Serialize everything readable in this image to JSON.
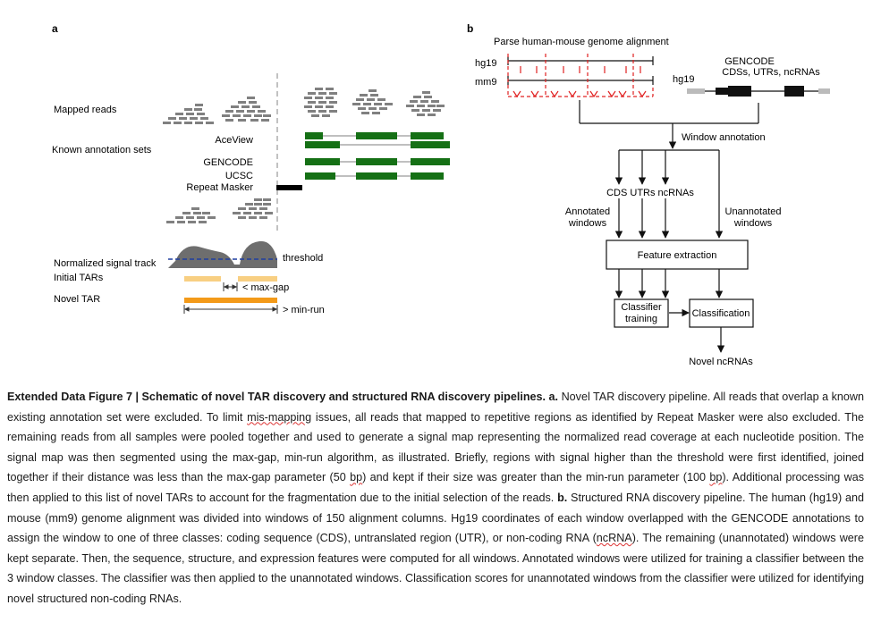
{
  "panel_a": {
    "letter": "a",
    "mapped_reads_label": "Mapped reads",
    "known_annotation_label": "Known annotation sets",
    "annotations": [
      "AceView",
      "GENCODE",
      "UCSC",
      "Repeat Masker"
    ],
    "signal_track_label": "Normalized signal track",
    "threshold_label": "threshold",
    "initial_tars_label": "Initial TARs",
    "max_gap_label": "< max-gap",
    "novel_tar_label": "Novel TAR",
    "min_run_label": "> min-run",
    "colors": {
      "reads": "#808080",
      "annotation": "#157015",
      "repeat": "#000000",
      "signal": "#6e6e6e",
      "threshold": "#1f3fa0",
      "initial_tar": "#f8cf82",
      "novel_tar": "#f39a19"
    }
  },
  "panel_b": {
    "letter": "b",
    "parse_label": "Parse human-mouse genome alignment",
    "hg19": "hg19",
    "mm9": "mm9",
    "gencode_title": "GENCODE",
    "gencode_subtitle": "CDSs, UTRs, ncRNAs",
    "window_annotation": "Window annotation",
    "classes_label": "CDS UTRs ncRNAs",
    "annotated_windows": [
      "Annotated",
      "windows"
    ],
    "unannotated_windows": [
      "Unannotated",
      "windows"
    ],
    "feature_extraction": "Feature extraction",
    "classifier_training": [
      "Classifier",
      "training"
    ],
    "classification": "Classification",
    "novel_ncrnas": "Novel ncRNAs",
    "colors": {
      "window": "#e02020"
    }
  },
  "caption": {
    "title": "Extended Data Figure 7 | Schematic of novel TAR discovery and structured RNA discovery pipelines.",
    "a_label": "a.",
    "a_text_1": " Novel TAR discovery pipeline. All reads that overlap a known existing annotation set were excluded. To limit ",
    "misspell_1": "mis-mapping",
    "a_text_2": " issues, all reads that mapped to repetitive regions as identified by Repeat Masker were also excluded. The remaining reads from all samples were pooled together and used to generate a signal map representing the normalized read coverage at each nucleotide position. The signal map was then segmented using the max-gap, min-run algorithm, as illustrated. Briefly, regions with signal higher than the threshold were first identified, joined together if their distance was less than the max-gap parameter (50 ",
    "misspell_2": "bp",
    "a_text_3": ") and kept if their size was greater than the min-run parameter (100 ",
    "misspell_3": "bp",
    "a_text_4": "). Additional processing was then applied to this list of novel TARs to account for the fragmentation due to the initial selection of the reads.",
    "b_label": " b.",
    "b_text_1": " Structured RNA discovery pipeline. The human (hg19) and mouse (mm9) genome alignment was divided into windows of 150 alignment columns. Hg19 coordinates of each window overlapped with the GENCODE annotations to assign the window to one of three classes: coding sequence (CDS), untranslated region (UTR), or non-coding RNA (",
    "misspell_4": "ncRNA",
    "b_text_2": "). The remaining (unannotated) windows were kept separate. Then, the sequence, structure, and expression features were computed for all windows. Annotated windows were utilized for training a classifier between the 3 window classes. The classifier was then applied to the unannotated windows. Classification scores for unannotated windows from the classifier were utilized for identifying novel structured non-coding RNAs."
  }
}
